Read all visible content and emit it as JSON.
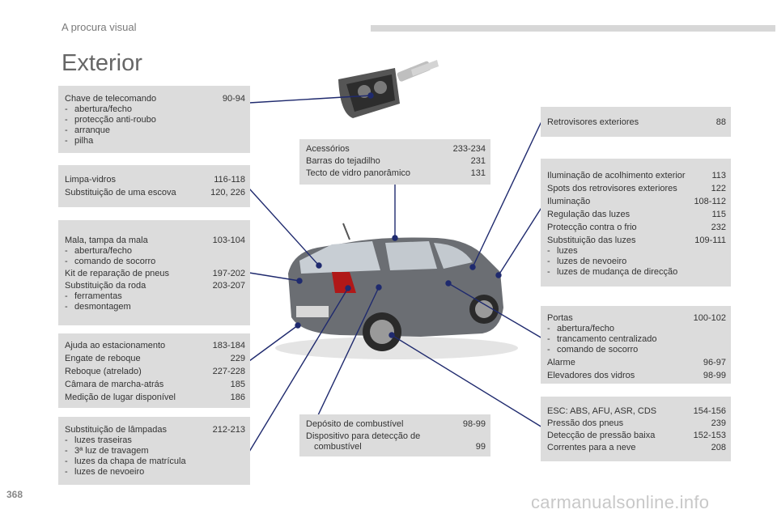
{
  "header": {
    "section": "A procura visual"
  },
  "title": "Exterior",
  "boxes": {
    "chave": {
      "rows": [
        {
          "label": "Chave de telecomando",
          "pages": "90-94"
        }
      ],
      "subs": [
        "abertura/fecho",
        "protecção anti-roubo",
        "arranque",
        "pilha"
      ]
    },
    "limpa": {
      "rows": [
        {
          "label": "Limpa-vidros",
          "pages": "116-118"
        },
        {
          "label": "Substituição de uma escova",
          "pages": "120, 226"
        }
      ]
    },
    "mala": {
      "row1": {
        "label": "Mala, tampa da mala",
        "pages": "103-104"
      },
      "subs1": [
        "abertura/fecho",
        "comando de socorro"
      ],
      "row2": {
        "label": "Kit de reparação de pneus",
        "pages": "197-202"
      },
      "row3": {
        "label": "Substituição da roda",
        "pages": "203-207"
      },
      "subs3": [
        "ferramentas",
        "desmontagem"
      ]
    },
    "ajuda": {
      "rows": [
        {
          "label": "Ajuda ao estacionamento",
          "pages": "183-184"
        },
        {
          "label": "Engate de reboque",
          "pages": "229"
        },
        {
          "label": "Reboque (atrelado)",
          "pages": "227-228"
        },
        {
          "label": "Câmara de marcha-atrás",
          "pages": "185"
        },
        {
          "label": "Medição de lugar disponível",
          "pages": "186"
        }
      ]
    },
    "lampadas": {
      "rows": [
        {
          "label": "Substituição de lâmpadas",
          "pages": "212-213"
        }
      ],
      "subs": [
        "luzes traseiras",
        "3ª luz de travagem",
        "luzes da chapa de matrícula",
        "luzes de nevoeiro"
      ]
    },
    "acessorios": {
      "rows": [
        {
          "label": "Acessórios",
          "pages": "233-234"
        },
        {
          "label": "Barras do tejadilho",
          "pages": "231"
        },
        {
          "label": "Tecto de vidro panorâmico",
          "pages": "131"
        }
      ]
    },
    "deposito": {
      "row1": {
        "label": "Depósito de combustível",
        "pages": "98-99"
      },
      "row2a": "Dispositivo para detecção de",
      "row2b": {
        "label": "combustível",
        "pages": "99"
      }
    },
    "retrovisores": {
      "rows": [
        {
          "label": "Retrovisores exteriores",
          "pages": "88"
        }
      ]
    },
    "iluminacao": {
      "rows": [
        {
          "label": "Iluminação de acolhimento exterior",
          "pages": "113"
        },
        {
          "label": "Spots dos retrovisores exteriores",
          "pages": "122"
        },
        {
          "label": "Iluminação",
          "pages": "108-112"
        },
        {
          "label": "Regulação das luzes",
          "pages": "115"
        },
        {
          "label": "Protecção contra o frio",
          "pages": "232"
        },
        {
          "label": "Substituição das luzes",
          "pages": "109-111"
        }
      ],
      "subs": [
        "luzes",
        "luzes de nevoeiro",
        "luzes de mudança de direcção"
      ]
    },
    "portas": {
      "row1": {
        "label": "Portas",
        "pages": "100-102"
      },
      "subs": [
        "abertura/fecho",
        "trancamento centralizado",
        "comando de socorro"
      ],
      "rows2": [
        {
          "label": "Alarme",
          "pages": "96-97"
        },
        {
          "label": "Elevadores dos vidros",
          "pages": "98-99"
        }
      ]
    },
    "esc": {
      "rows": [
        {
          "label": "ESC: ABS, AFU, ASR, CDS",
          "pages": "154-156"
        },
        {
          "label": "Pressão dos pneus",
          "pages": "239"
        },
        {
          "label": "Detecção de pressão baixa",
          "pages": "152-153"
        },
        {
          "label": "Correntes para a neve",
          "pages": "208"
        }
      ]
    }
  },
  "page_number": "368",
  "watermark": "carmanualsonline.info",
  "colors": {
    "box_bg": "#dcdcdc",
    "leader_line": "#1f2a6e",
    "car_body": "#6b6e73"
  }
}
